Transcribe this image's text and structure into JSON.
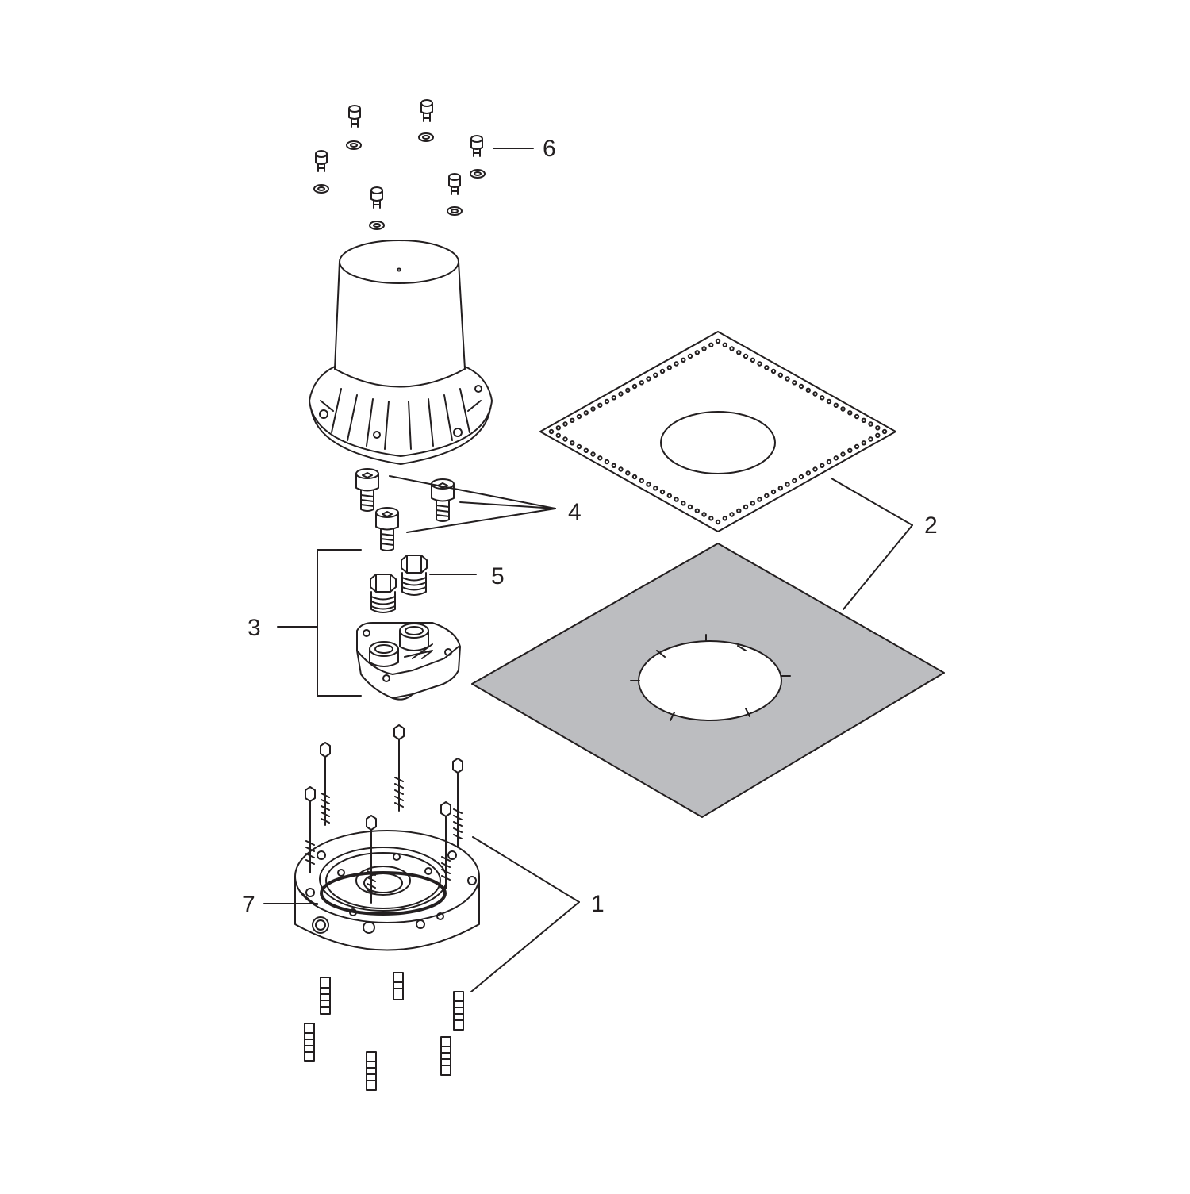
{
  "diagram": {
    "callouts": [
      "1",
      "2",
      "3",
      "4",
      "5",
      "6",
      "7"
    ]
  },
  "colors": {
    "line": "#231f20",
    "membrane_fill": "#bcbdc0",
    "background": "#ffffff"
  }
}
